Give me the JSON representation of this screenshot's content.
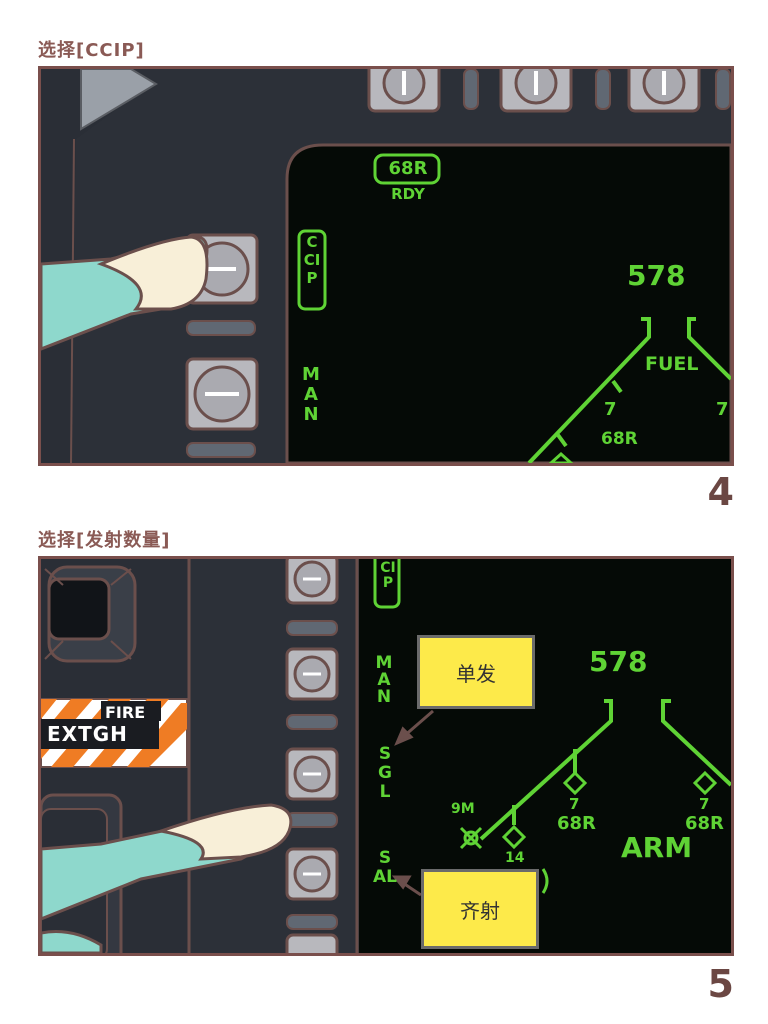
{
  "panel4": {
    "caption": "选择[CCIP]",
    "number": "4",
    "mfd": {
      "weapon_box": "68R",
      "weapon_status": "RDY",
      "mode_box": "CCIP",
      "mode_release": "MAN",
      "heading_value": "578",
      "fuel_label": "FUEL",
      "station_label": "68R",
      "station_right_marker": "7",
      "station_left_marker": "7"
    }
  },
  "panel5": {
    "caption": "选择[发射数量]",
    "number": "5",
    "fire_label": "FIRE",
    "extgh_label": "EXTGH",
    "mfd": {
      "mode_box_partial": "CIP",
      "mode_release": "MAN",
      "sgl_label": "SGL",
      "sal_label": "SAL",
      "heading_value": "578",
      "range_label": "9M",
      "count_label": "14",
      "station_left_num": "7",
      "station_left_label": "68R",
      "station_right_num": "7",
      "station_right_label": "68R",
      "arm_label": "ARM"
    },
    "callout_single": "单发",
    "callout_salvo": "齐射"
  },
  "colors": {
    "hud_green": "#5fd335",
    "cockpit_dark": "#2c3038",
    "screen_black": "#050a06",
    "callout_yellow": "#fdea4a",
    "glove": "#8ed8cc",
    "skin": "#f8efd8",
    "frame": "#7a4f4c"
  }
}
